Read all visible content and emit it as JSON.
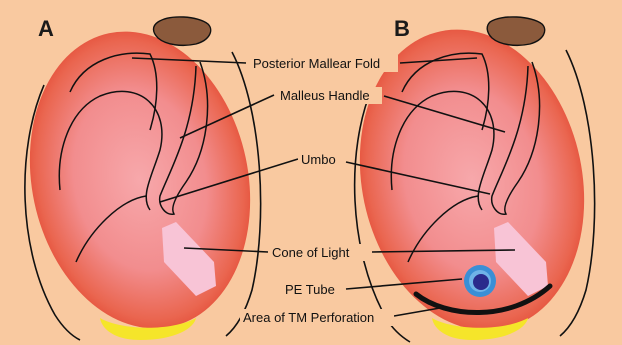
{
  "panels": [
    {
      "letter": "A"
    },
    {
      "letter": "B"
    }
  ],
  "labels": {
    "posterior_mallear_fold": "Posterior Mallear Fold",
    "malleus_handle": "Malleus Handle",
    "umbo": "Umbo",
    "cone_of_light": "Cone of Light",
    "pe_tube": "PE Tube",
    "tm_perforation": "Area of TM Perforation"
  },
  "colors": {
    "background": "#F9C9A0",
    "membrane_center": "#F49BA0",
    "membrane_rim": "#E2452F",
    "pars_flaccida": "#8B5A3C",
    "cone_of_light": "#F8C4D6",
    "annulus_highlight": "#F5E52A",
    "pe_tube_outer": "#3A8FD6",
    "pe_tube_inner": "#2A2A8C",
    "perforation_arc": "#111111",
    "outline": "#111111"
  }
}
